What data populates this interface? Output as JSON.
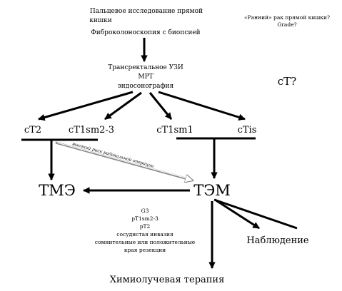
{
  "top": {
    "line1": "Пальцевое исследование прямой",
    "line2": "кишки",
    "line3": "Фиброколоноскопия с биопсией"
  },
  "corner": {
    "line1": "«Ранний» рак прямой кишки?",
    "line2": "Grade?"
  },
  "imaging": {
    "line1": "Трансректальное УЗИ",
    "line2": "МРТ",
    "line3": "эндосонография"
  },
  "ct_question": "cT?",
  "stages": {
    "ct2": "cT2",
    "ct1sm23": "cT1sm2-3",
    "ct1sm1": "cT1sm1",
    "ctis": "cTis"
  },
  "risk_label": "высокий риск радикальной операции",
  "outcomes": {
    "tme": "ТМЭ",
    "tem": "ТЭМ",
    "observation": "Наблюдение",
    "chemo": "Химиолучевая терапия"
  },
  "criteria": [
    "G3",
    "pT1sm2-3",
    "pT2",
    "сосудистая инвазия",
    "сомнительные или положительные",
    "края резекции"
  ],
  "colors": {
    "ink": "#000000",
    "risk_arrow": "#9a9a9a"
  }
}
